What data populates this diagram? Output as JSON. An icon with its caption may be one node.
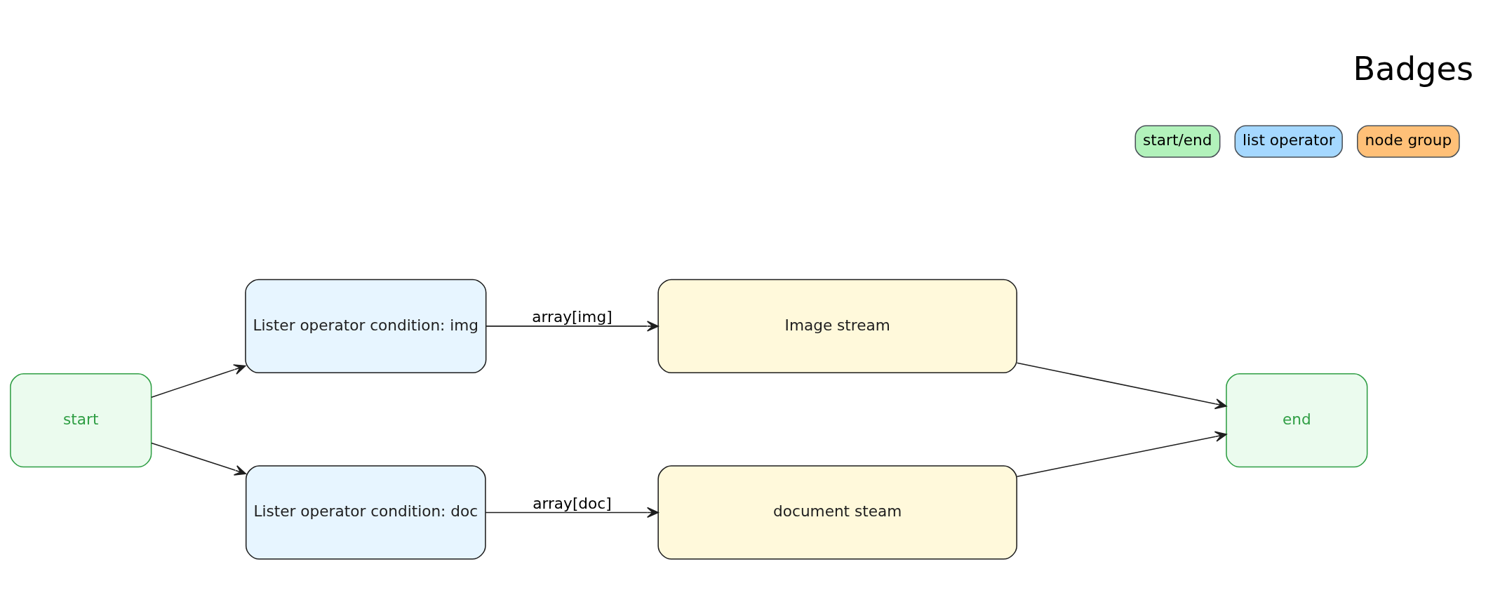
{
  "diagram": {
    "title": "Badges",
    "nodes": [
      {
        "text": [
          "start"
        ]
      },
      {
        "text": [
          "Lister operator condition: img"
        ]
      },
      {
        "text": [
          "Lister operator condition: doc"
        ]
      },
      {
        "text": [
          "Image stream"
        ]
      },
      {
        "text": [
          "document steam"
        ]
      },
      {
        "text": [
          "end"
        ]
      }
    ],
    "edges": [
      {
        "from": 0,
        "to": 1,
        "arrow": "to"
      },
      {
        "from": 0,
        "to": 2,
        "arrow": "to"
      },
      {
        "from": 1,
        "to": 3,
        "label": "array[img]",
        "arrow": "to"
      },
      {
        "from": 2,
        "to": 4,
        "label": "array[doc]",
        "arrow": "to"
      },
      {
        "from": 3,
        "to": 5,
        "arrow": "to"
      },
      {
        "from": 4,
        "to": 5,
        "arrow": "to"
      }
    ],
    "legend": [
      {
        "text": "start/end",
        "color": "#b2f2bb"
      },
      {
        "text": "list operator",
        "color": "#a5d8ff"
      },
      {
        "text": "node group",
        "color": "#ffc078"
      }
    ]
  }
}
